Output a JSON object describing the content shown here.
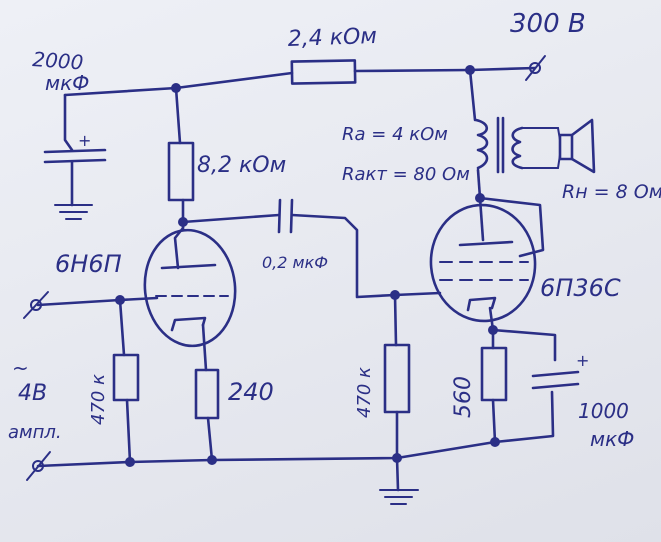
{
  "labels": {
    "supply_voltage": "300 В",
    "r_top": "2,4 кОм",
    "c_filter_value": "2000",
    "c_filter_unit": "мкФ",
    "c_filter_plus": "+",
    "r_anode1": "8,2 кОм",
    "tube1": "6Н6П",
    "c_coupling": "0,2 мкФ",
    "ra": "Rа = 4 кОм",
    "rakt": "Rакт = 80 Ом",
    "rn": "Rн = 8 Ом",
    "tube2": "6П36С",
    "r_grid1": "470 к",
    "r_cathode1": "240",
    "r_grid2": "470 к",
    "r_cathode2": "560",
    "c_cathode_value": "1000",
    "c_cathode_unit": "мкФ",
    "c_cathode_plus": "+",
    "input_ac": "~",
    "input_voltage": "4В",
    "input_unit": "ампл."
  },
  "colors": {
    "ink": "#2b2f86",
    "paper": "#e9ebf2"
  }
}
